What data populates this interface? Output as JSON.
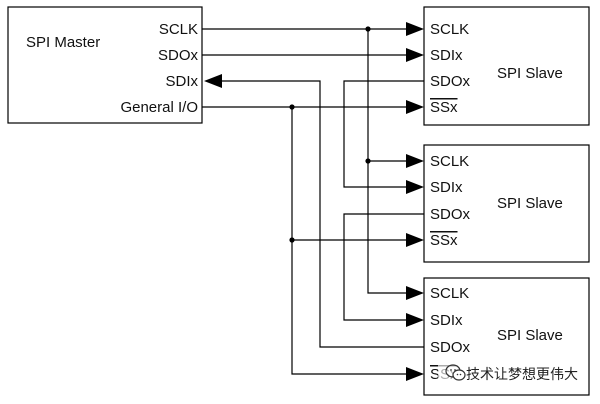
{
  "master": {
    "title": "SPI Master",
    "pins": [
      "SCLK",
      "SDOx",
      "SDIx",
      "General I/O"
    ]
  },
  "slaves": [
    {
      "title": "SPI Slave",
      "pins": [
        "SCLK",
        "SDIx",
        "SDOx",
        "SSx"
      ]
    },
    {
      "title": "SPI Slave",
      "pins": [
        "SCLK",
        "SDIx",
        "SDOx",
        "SSx"
      ]
    },
    {
      "title": "SPI Slave",
      "pins": [
        "SCLK",
        "SDIx",
        "SDOx",
        "SSx"
      ]
    }
  ],
  "watermark": {
    "text": "技术让梦想更伟大",
    "icon": "wechat-icon"
  }
}
